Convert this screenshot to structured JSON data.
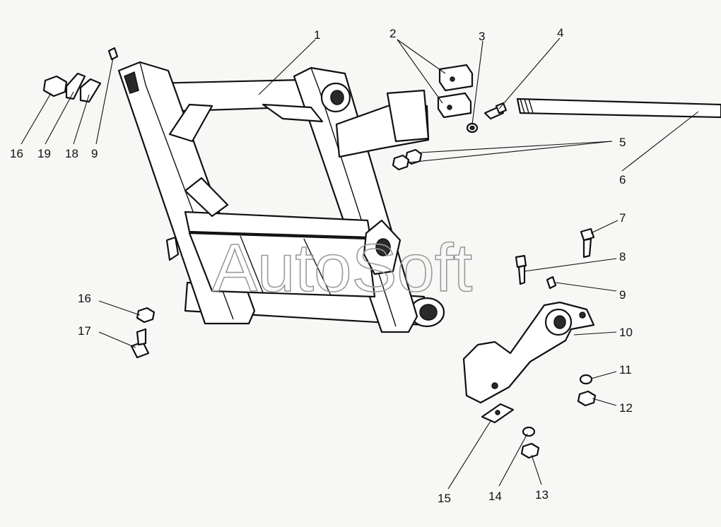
{
  "watermark": "AutoSoft",
  "callouts": [
    {
      "id": "c1",
      "text": "1"
    },
    {
      "id": "c2",
      "text": "2"
    },
    {
      "id": "c3",
      "text": "3"
    },
    {
      "id": "c4",
      "text": "4"
    },
    {
      "id": "c5",
      "text": "5"
    },
    {
      "id": "c6",
      "text": "6"
    },
    {
      "id": "c7",
      "text": "7"
    },
    {
      "id": "c8",
      "text": "8"
    },
    {
      "id": "c9r",
      "text": "9"
    },
    {
      "id": "c10",
      "text": "10"
    },
    {
      "id": "c11",
      "text": "11"
    },
    {
      "id": "c12",
      "text": "12"
    },
    {
      "id": "c13",
      "text": "13"
    },
    {
      "id": "c14",
      "text": "14"
    },
    {
      "id": "c15",
      "text": "15"
    },
    {
      "id": "c16a",
      "text": "16"
    },
    {
      "id": "c19",
      "text": "19"
    },
    {
      "id": "c18",
      "text": "18"
    },
    {
      "id": "c9l",
      "text": "9"
    },
    {
      "id": "c16b",
      "text": "16"
    },
    {
      "id": "c17",
      "text": "17"
    }
  ]
}
